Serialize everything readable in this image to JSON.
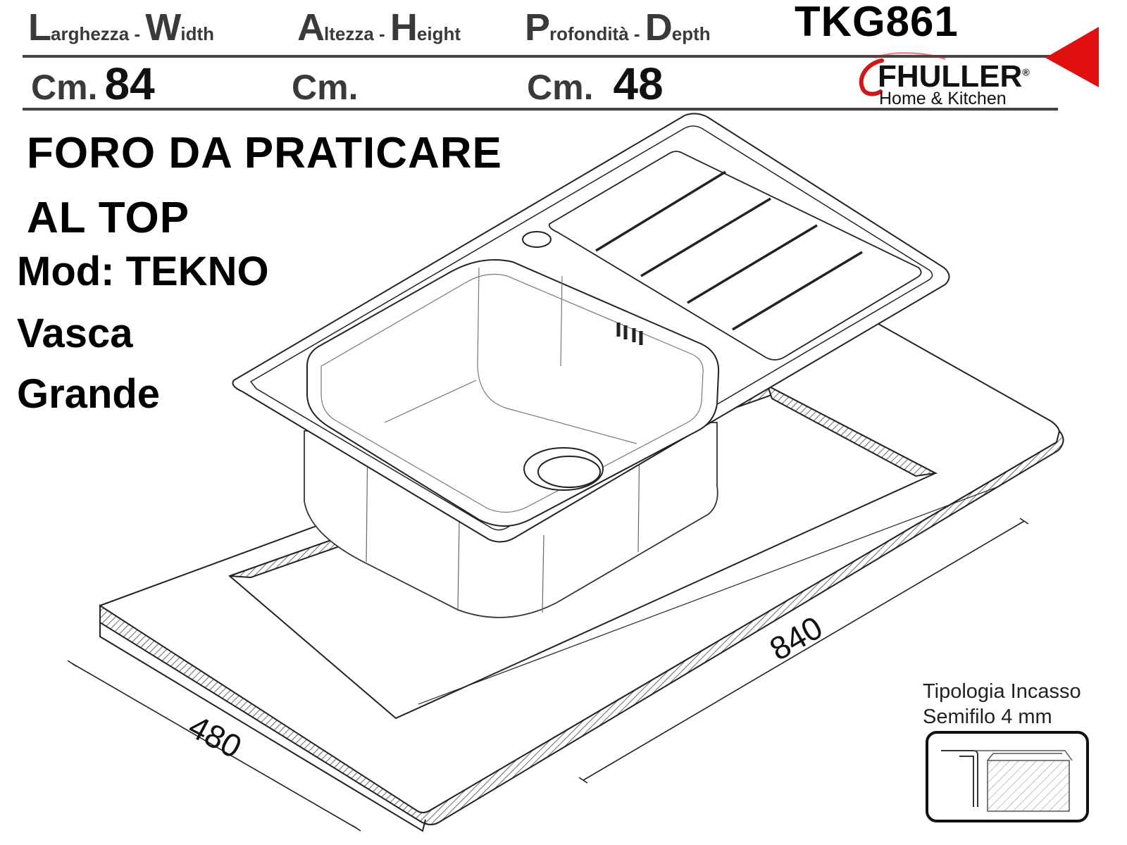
{
  "header": {
    "width": {
      "initial": "L",
      "label_it": "arghezza",
      "sep": " - ",
      "initial_en": "W",
      "label_en": "idth",
      "unit": "Cm.",
      "value": "84"
    },
    "height": {
      "initial": "A",
      "label_it": "ltezza",
      "sep": " - ",
      "initial_en": "H",
      "label_en": "eight",
      "unit": "Cm.",
      "value": ""
    },
    "depth": {
      "initial": "P",
      "label_it": "rofondità",
      "sep": " - ",
      "initial_en": "D",
      "label_en": "epth",
      "unit": "Cm.",
      "value": "48"
    },
    "model_code": "TKG861"
  },
  "brand": {
    "name": "FHULLER",
    "registered": "®",
    "tagline": "Home & Kitchen",
    "arrow_color": "#e01010",
    "swoosh_color": "#d01818"
  },
  "notes": {
    "line1": "FORO DA PRATICARE",
    "line2": "AL TOP",
    "model": "Mod: TEKNO",
    "basin1": "Vasca",
    "basin2": "Grande"
  },
  "dimensions": {
    "length": "840",
    "depth": "480"
  },
  "installation": {
    "line1": "Tipologia Incasso",
    "line2": "Semifilo 4 mm"
  },
  "icons": {
    "drain": "drain-icon",
    "tap_hole": "tap-hole-icon",
    "arrow": "red-arrow-icon"
  }
}
